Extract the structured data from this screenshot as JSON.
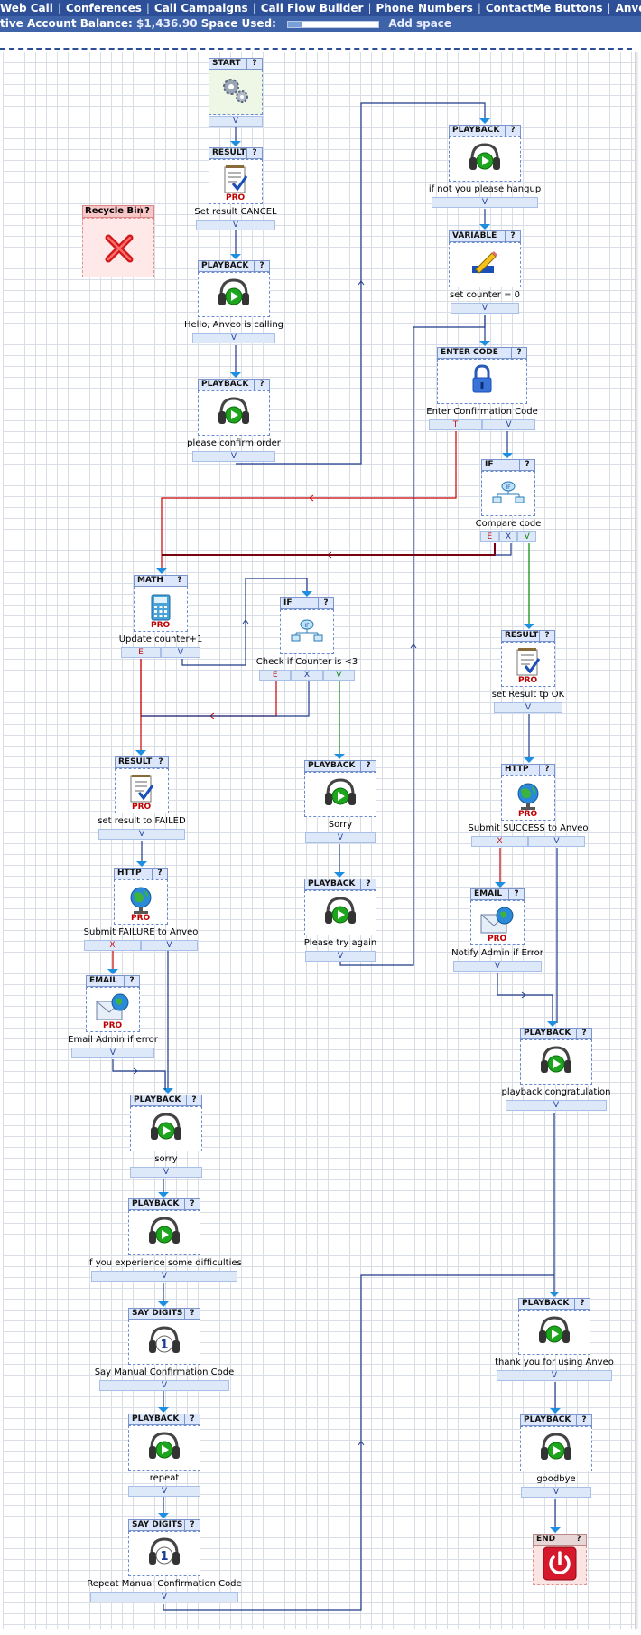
{
  "nav": {
    "items": [
      "Web Call",
      "Conferences",
      "Call Campaigns",
      "Call Flow Builder",
      "Phone Numbers",
      "ContactMe Buttons",
      "Anveo A"
    ]
  },
  "balance": {
    "label": "tive Account Balance:",
    "amount": "$1,436.90",
    "space_label": "Space Used:",
    "space_used_fraction": 0.15,
    "add_space": "Add space"
  },
  "recycle_bin": {
    "title": "Recycle Bin",
    "help": "?"
  },
  "help_mark": "?",
  "nodes": [
    {
      "id": "n-start",
      "type": "START",
      "icon": "gears-icon",
      "label": "",
      "ports": [
        {
          "t": "V"
        }
      ]
    },
    {
      "id": "n-result-cancel",
      "type": "RESULT",
      "icon": "checklist-icon",
      "pro": true,
      "label": "Set result CANCEL",
      "ports": [
        {
          "t": "V"
        }
      ]
    },
    {
      "id": "n-play-hello",
      "type": "PLAYBACK",
      "icon": "headphones-play-icon",
      "label": "Hello, Anveo is calling",
      "ports": [
        {
          "t": "V"
        }
      ]
    },
    {
      "id": "n-play-confirm",
      "type": "PLAYBACK",
      "icon": "headphones-play-icon",
      "label": "please confirm order",
      "ports": [
        {
          "t": "V"
        }
      ]
    },
    {
      "id": "n-play-hangup",
      "type": "PLAYBACK",
      "icon": "headphones-play-icon",
      "label": "if not you please hangup",
      "ports": [
        {
          "t": "V"
        }
      ]
    },
    {
      "id": "n-var-counter",
      "type": "VARIABLE",
      "icon": "pencil-icon",
      "label": "set counter = 0",
      "ports": [
        {
          "t": "V"
        }
      ]
    },
    {
      "id": "n-enter-code",
      "type": "ENTER CODE",
      "icon": "lock-icon",
      "label": "Enter Confirmation Code",
      "ports": [
        {
          "t": "T",
          "c": "red"
        },
        {
          "t": "V"
        }
      ]
    },
    {
      "id": "n-if-compare",
      "type": "IF",
      "icon": "if-icon",
      "label": "Compare code",
      "ports": [
        {
          "t": "E",
          "c": "red"
        },
        {
          "t": "X"
        },
        {
          "t": "V",
          "c": "grn"
        }
      ]
    },
    {
      "id": "n-math",
      "type": "MATH",
      "icon": "calculator-icon",
      "pro": true,
      "label": "Update counter+1",
      "ports": [
        {
          "t": "E",
          "c": "red"
        },
        {
          "t": "V"
        }
      ]
    },
    {
      "id": "n-if-counter",
      "type": "IF",
      "icon": "if-icon",
      "label": "Check if Counter is <3",
      "ports": [
        {
          "t": "E",
          "c": "red"
        },
        {
          "t": "X"
        },
        {
          "t": "V",
          "c": "grn"
        }
      ]
    },
    {
      "id": "n-result-ok",
      "type": "RESULT",
      "icon": "checklist-icon",
      "pro": true,
      "label": "set Result tp OK",
      "ports": [
        {
          "t": "V"
        }
      ]
    },
    {
      "id": "n-result-failed",
      "type": "RESULT",
      "icon": "checklist-icon",
      "pro": true,
      "label": "set result to FAILED",
      "ports": [
        {
          "t": "V"
        }
      ]
    },
    {
      "id": "n-play-sorry",
      "type": "PLAYBACK",
      "icon": "headphones-play-icon",
      "label": "Sorry",
      "ports": [
        {
          "t": "V"
        }
      ]
    },
    {
      "id": "n-http-success",
      "type": "HTTP",
      "icon": "globe-icon",
      "pro": true,
      "label": "Submit SUCCESS to Anveo",
      "ports": [
        {
          "t": "X",
          "c": "red"
        },
        {
          "t": "V"
        }
      ]
    },
    {
      "id": "n-http-failure",
      "type": "HTTP",
      "icon": "globe-icon",
      "pro": true,
      "label": "Submit FAILURE to Anveo",
      "ports": [
        {
          "t": "X",
          "c": "red"
        },
        {
          "t": "V"
        }
      ]
    },
    {
      "id": "n-play-tryagain",
      "type": "PLAYBACK",
      "icon": "headphones-play-icon",
      "label": "Please try again",
      "ports": [
        {
          "t": "V"
        }
      ]
    },
    {
      "id": "n-email-notify",
      "type": "EMAIL",
      "icon": "envelope-icon",
      "pro": true,
      "label": "Notify Admin if Error",
      "ports": [
        {
          "t": "V"
        }
      ]
    },
    {
      "id": "n-email-admin",
      "type": "EMAIL",
      "icon": "envelope-icon",
      "pro": true,
      "label": "Email Admin if error",
      "ports": [
        {
          "t": "V"
        }
      ]
    },
    {
      "id": "n-play-congrats",
      "type": "PLAYBACK",
      "icon": "headphones-play-icon",
      "label": "playback congratulation",
      "ports": [
        {
          "t": "V"
        }
      ]
    },
    {
      "id": "n-play-sorry2",
      "type": "PLAYBACK",
      "icon": "headphones-play-icon",
      "label": "sorry",
      "ports": [
        {
          "t": "V"
        }
      ]
    },
    {
      "id": "n-play-difficulties",
      "type": "PLAYBACK",
      "icon": "headphones-play-icon",
      "label": "if you experience some difficulties",
      "ports": [
        {
          "t": "V"
        }
      ]
    },
    {
      "id": "n-play-thankyou",
      "type": "PLAYBACK",
      "icon": "headphones-play-icon",
      "label": "thank you for using Anveo",
      "ports": [
        {
          "t": "V"
        }
      ]
    },
    {
      "id": "n-saydigits-manual",
      "type": "SAY DIGITS",
      "icon": "headphones-digit-icon",
      "label": "Say Manual Confirmation Code",
      "ports": [
        {
          "t": "V"
        }
      ]
    },
    {
      "id": "n-play-goodbye",
      "type": "PLAYBACK",
      "icon": "headphones-play-icon",
      "label": "goodbye",
      "ports": [
        {
          "t": "V"
        }
      ]
    },
    {
      "id": "n-play-repeat",
      "type": "PLAYBACK",
      "icon": "headphones-play-icon",
      "label": "repeat",
      "ports": [
        {
          "t": "V"
        }
      ]
    },
    {
      "id": "n-end",
      "type": "END",
      "icon": "power-icon",
      "label": "",
      "ports": []
    },
    {
      "id": "n-saydigits-repeat",
      "type": "SAY DIGITS",
      "icon": "headphones-digit-icon",
      "label": "Repeat Manual Confirmation Code",
      "ports": [
        {
          "t": "V"
        }
      ]
    }
  ],
  "colors": {
    "flow": "#1f3a8a",
    "error": "#cc0000",
    "success": "#008800",
    "dark": "#7a0010"
  }
}
